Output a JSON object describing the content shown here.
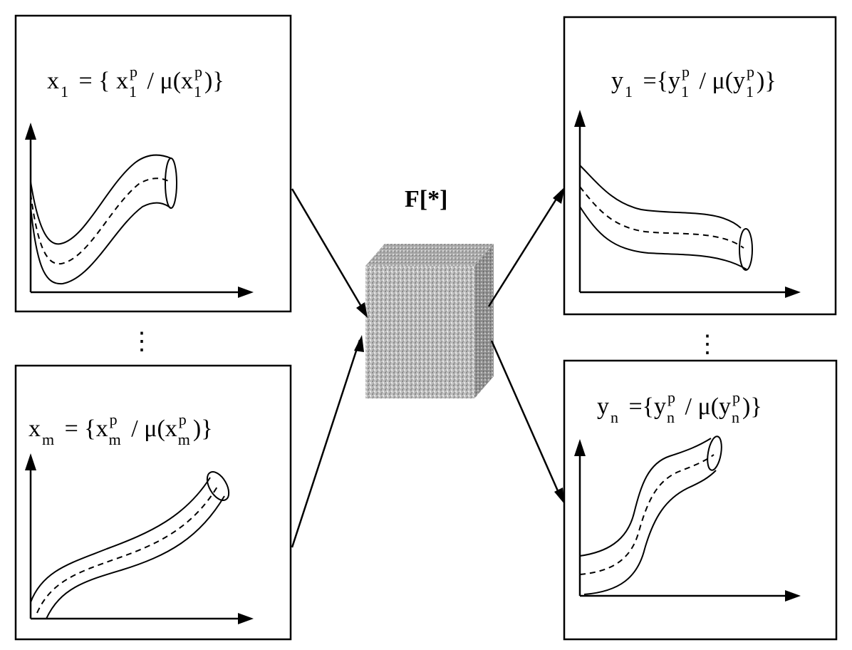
{
  "operator_label": "F[*]",
  "inputs": {
    "first": {
      "var": "x",
      "sub": "1",
      "elem": "x",
      "sup": "p",
      "elem_sub": "1",
      "mu": "μ"
    },
    "last": {
      "var": "x",
      "sub": "m",
      "elem": "x",
      "sup": "p",
      "elem_sub": "m",
      "mu": "μ"
    },
    "ellipsis": "⋮"
  },
  "outputs": {
    "first": {
      "var": "y",
      "sub": "1",
      "elem": "y",
      "sup": "p",
      "elem_sub": "1",
      "mu": "μ"
    },
    "last": {
      "var": "y",
      "sub": "n",
      "elem": "y",
      "sup": "p",
      "elem_sub": "n",
      "mu": "μ"
    },
    "ellipsis": "⋮"
  }
}
